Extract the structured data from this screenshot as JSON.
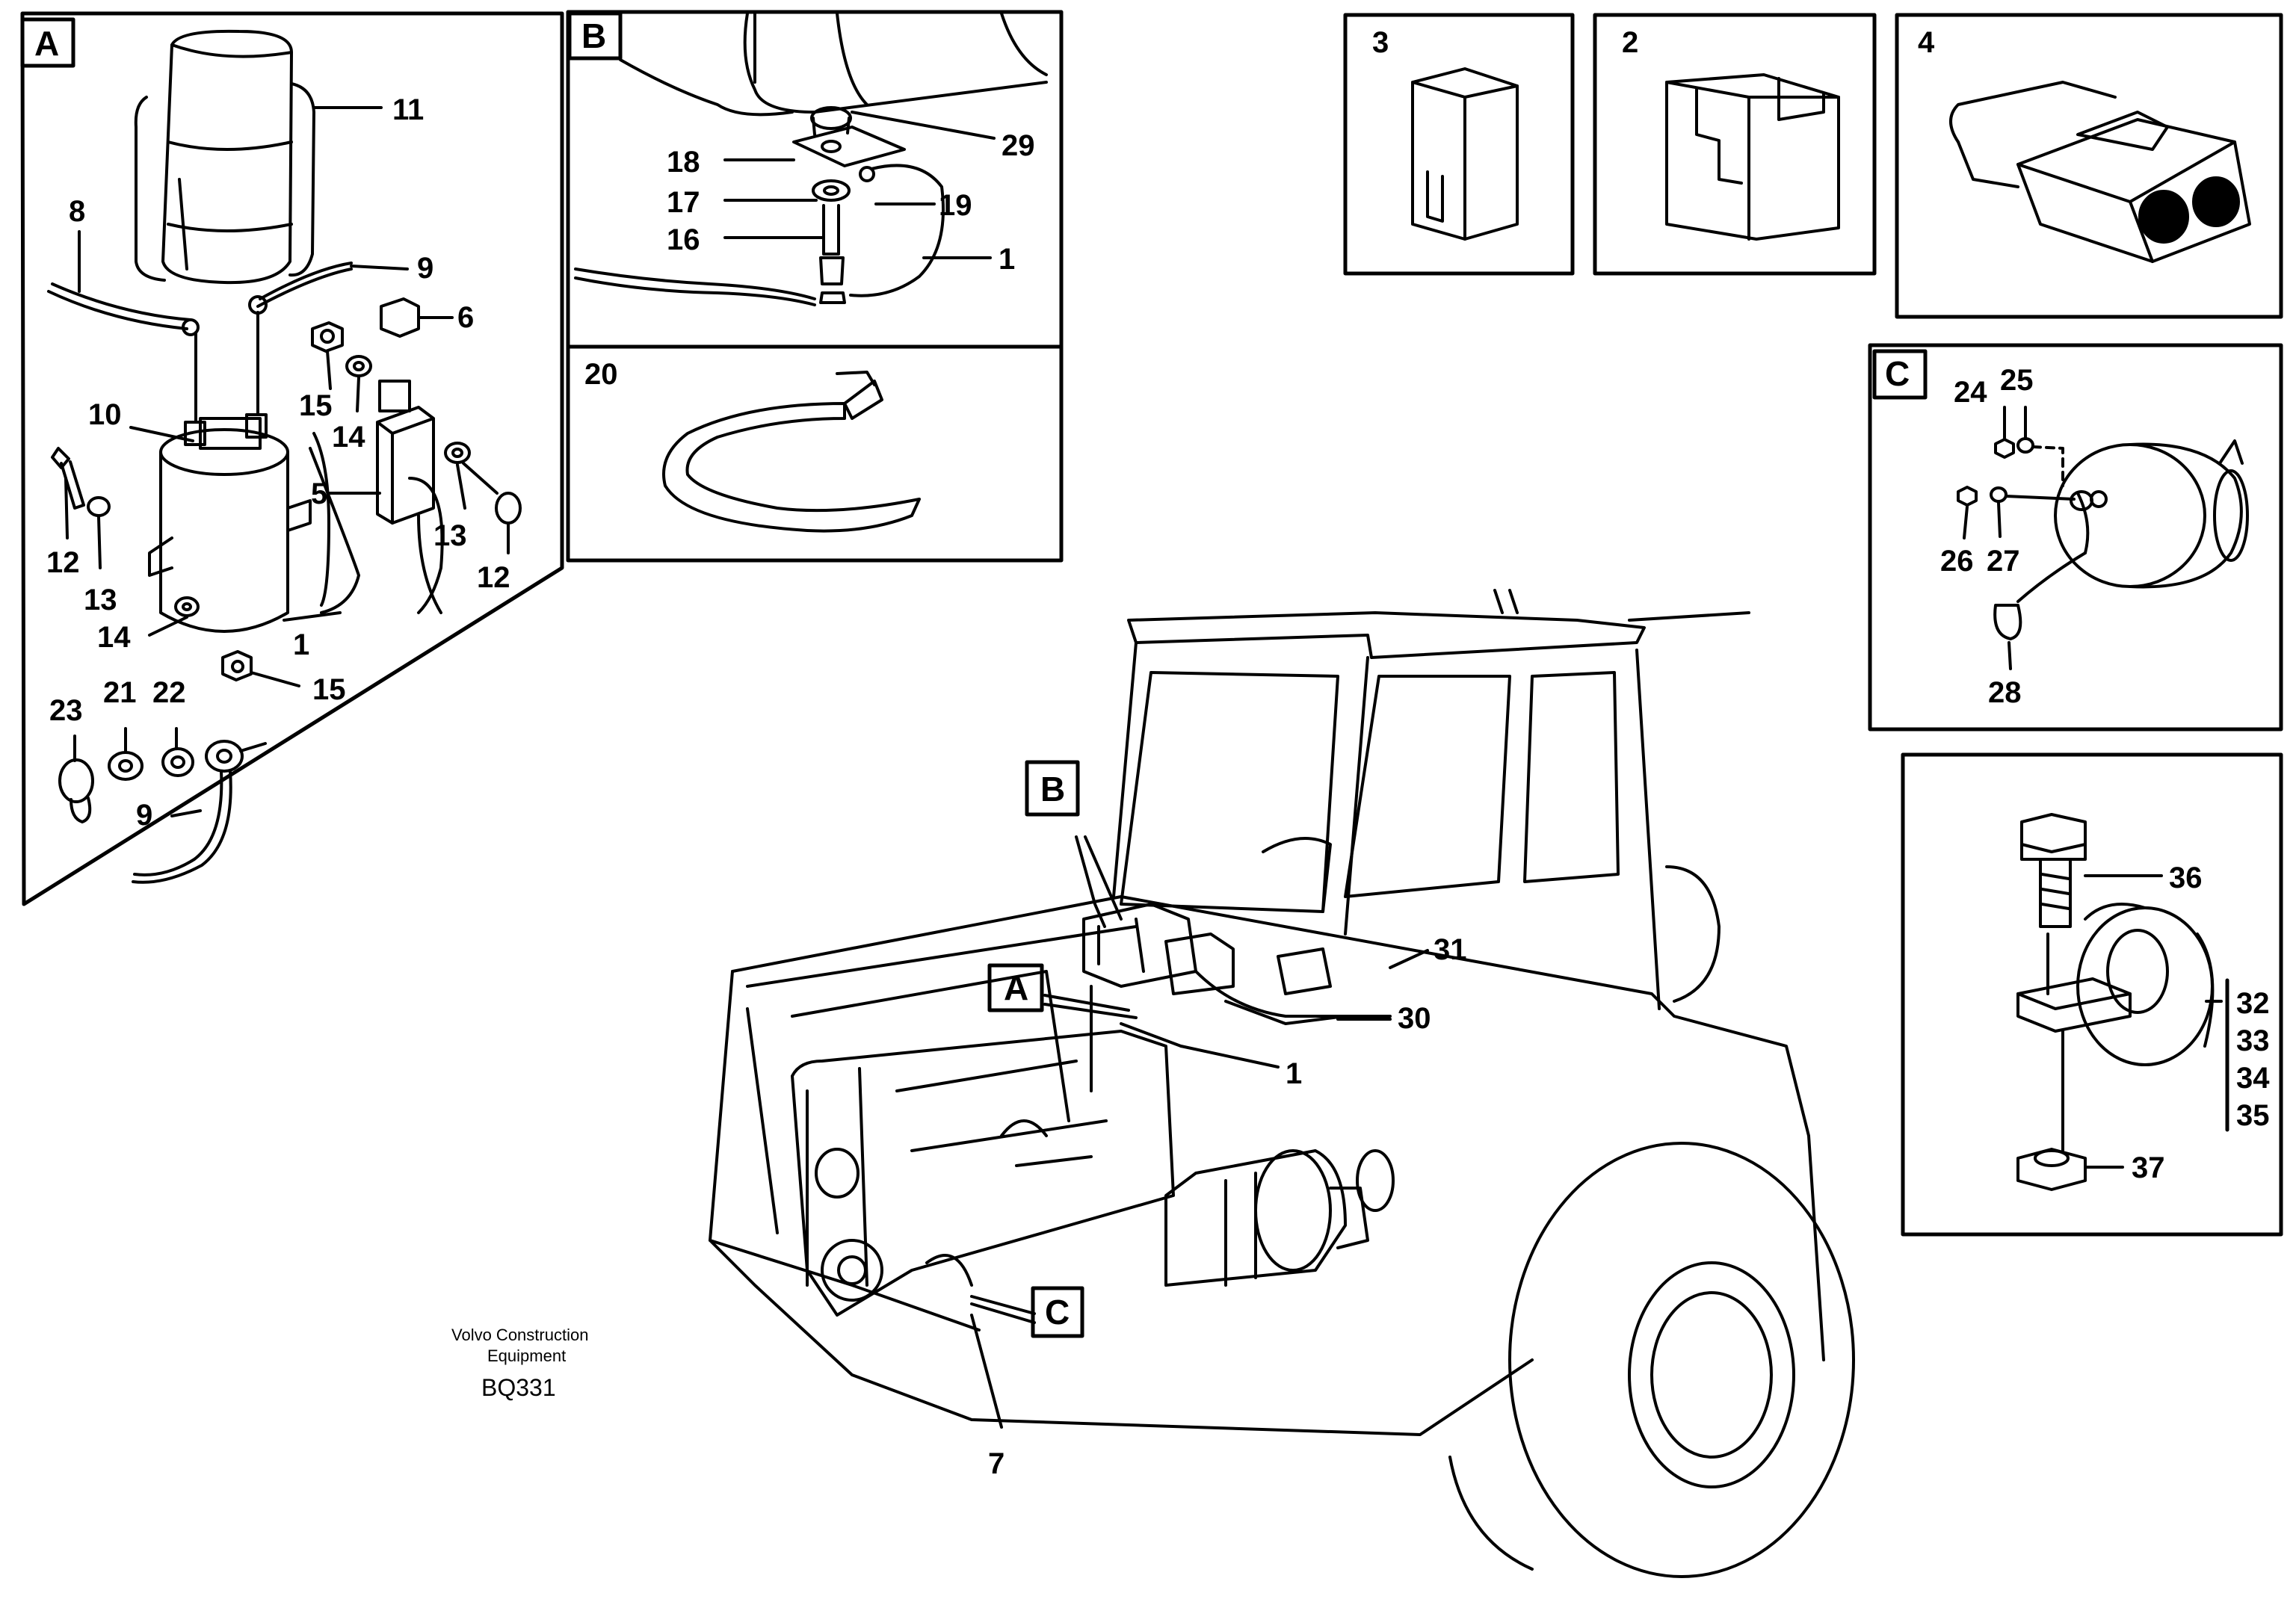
{
  "panels": {
    "A": {
      "letter": "A",
      "labels": [
        "11",
        "8",
        "9",
        "6",
        "10",
        "15",
        "14",
        "5",
        "13",
        "12",
        "12",
        "13",
        "14",
        "1",
        "15",
        "23",
        "21",
        "22",
        "9"
      ]
    },
    "B": {
      "letter": "B",
      "labels": [
        "18",
        "29",
        "17",
        "19",
        "16",
        "1"
      ]
    },
    "tie": {
      "labels": [
        "20"
      ]
    },
    "p3": {
      "labels": [
        "3"
      ]
    },
    "p2": {
      "labels": [
        "2"
      ]
    },
    "p4": {
      "labels": [
        "4"
      ]
    },
    "C": {
      "letter": "C",
      "labels": [
        "24",
        "25",
        "26",
        "27",
        "28"
      ]
    },
    "bolt": {
      "labels": [
        "36",
        "32",
        "33",
        "34",
        "35",
        "37"
      ]
    }
  },
  "main": {
    "callouts": [
      "B",
      "A",
      "C"
    ],
    "labels": [
      "31",
      "30",
      "1",
      "7"
    ]
  },
  "credit": {
    "line1": "Volvo Construction",
    "line2": "Equipment",
    "code": "BQ331"
  }
}
